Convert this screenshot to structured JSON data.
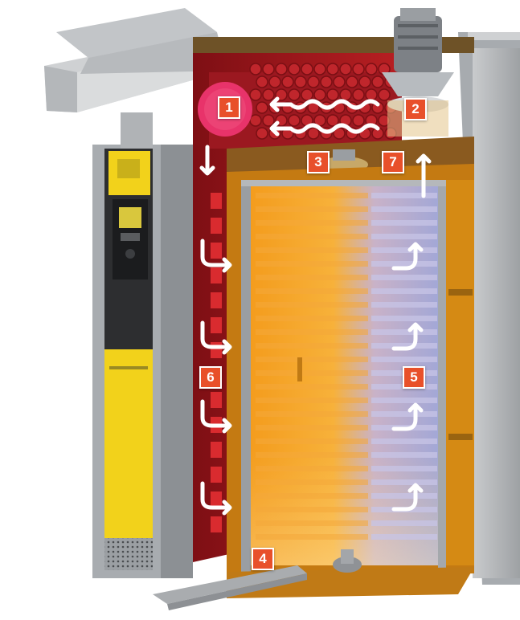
{
  "labels": {
    "l1": "1",
    "l2": "2",
    "l3": "3",
    "l4": "4",
    "l5": "5",
    "l6": "6",
    "l7": "7"
  },
  "colors": {
    "badge": "#e8502a",
    "hot_zone": "#a3151c",
    "burner": "#e8336a",
    "chamber": "#f5a623",
    "cool_zone": "#9aa3d6",
    "panel_yellow": "#f2d21b",
    "steel": "#b9bcbf"
  }
}
